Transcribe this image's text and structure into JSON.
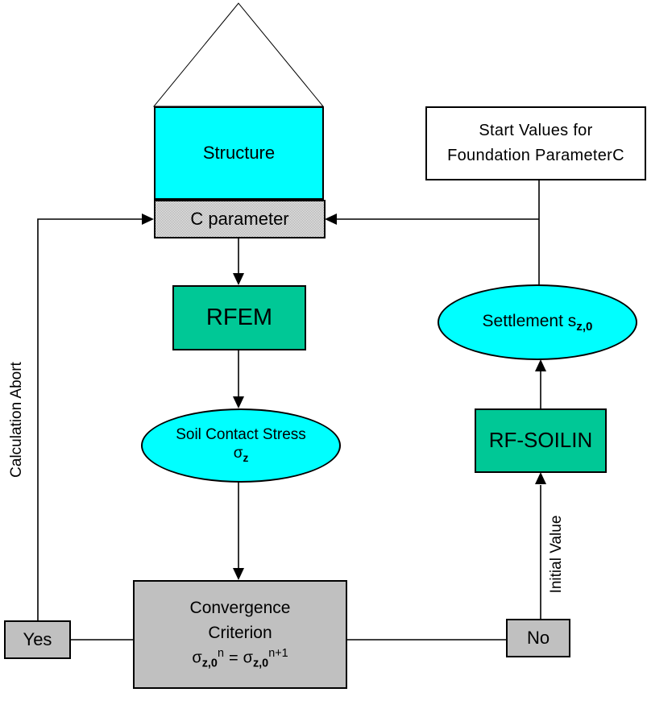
{
  "diagram": {
    "nodes": {
      "structure": {
        "label": "Structure"
      },
      "c_parameter": {
        "label": "C parameter"
      },
      "rfem": {
        "label": "RFEM"
      },
      "soil_stress": {
        "title": "Soil Contact Stress",
        "symbol": "σ",
        "symbol_sub": "z"
      },
      "convergence": {
        "line1": "Convergence",
        "line2": "Criterion",
        "f_sigma1": "σ",
        "f_sub1": "z,0",
        "f_sup1": "n",
        "f_eq": "=",
        "f_sigma2": "σ",
        "f_sub2": "z,0",
        "f_sup2": "n+1"
      },
      "yes": {
        "label": "Yes"
      },
      "no": {
        "label": "No"
      },
      "start_values": {
        "line1": "Start Values for",
        "line2": "Foundation Parameter",
        "line2_symbol": "C"
      },
      "settlement": {
        "label": "Settlement s",
        "label_sub": "z,0"
      },
      "rf_soilin": {
        "label": "RF-SOILIN"
      }
    },
    "edge_labels": {
      "calculation_abort": "Calculation Abort",
      "initial_value": "Initial Value"
    },
    "colors": {
      "node_cyan": "#00FFFF",
      "node_green": "#00C896",
      "node_gray": "#C0C0C0",
      "connector": "#000000",
      "background": "#FFFFFF"
    }
  }
}
